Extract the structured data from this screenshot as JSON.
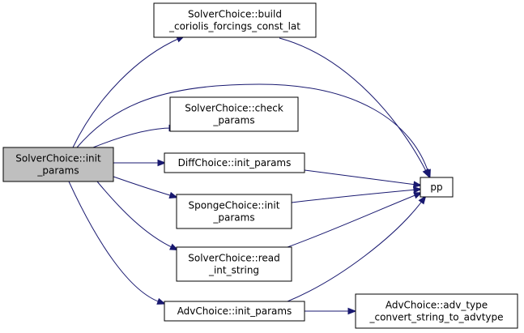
{
  "colors": {
    "edge": "#191970",
    "node_fill": "#ffffff",
    "root_fill": "#bfbfbf",
    "node_border": "#000000"
  },
  "nodes": {
    "root": {
      "lines": [
        "SolverChoice::init",
        "_params"
      ],
      "highlighted": true
    },
    "build_coriolis": {
      "lines": [
        "SolverChoice::build",
        "_coriolis_forcings_const_lat"
      ]
    },
    "check_params": {
      "lines": [
        "SolverChoice::check",
        "_params"
      ]
    },
    "diff_init": {
      "lines": [
        "DiffChoice::init_params"
      ]
    },
    "sponge_init": {
      "lines": [
        "SpongeChoice::init",
        "_params"
      ]
    },
    "read_int_string": {
      "lines": [
        "SolverChoice::read",
        "_int_string"
      ]
    },
    "adv_init": {
      "lines": [
        "AdvChoice::init_params"
      ]
    },
    "pp": {
      "lines": [
        "pp"
      ]
    },
    "adv_type_convert": {
      "lines": [
        "AdvChoice::adv_type",
        "_convert_string_to_advtype"
      ]
    }
  },
  "edges": [
    {
      "from": "root",
      "to": "build_coriolis"
    },
    {
      "from": "root",
      "to": "pp"
    },
    {
      "from": "root",
      "to": "check_params"
    },
    {
      "from": "root",
      "to": "diff_init"
    },
    {
      "from": "root",
      "to": "sponge_init"
    },
    {
      "from": "root",
      "to": "read_int_string"
    },
    {
      "from": "root",
      "to": "adv_init"
    },
    {
      "from": "build_coriolis",
      "to": "pp"
    },
    {
      "from": "diff_init",
      "to": "pp"
    },
    {
      "from": "sponge_init",
      "to": "pp"
    },
    {
      "from": "read_int_string",
      "to": "pp"
    },
    {
      "from": "adv_init",
      "to": "pp"
    },
    {
      "from": "adv_init",
      "to": "adv_type_convert"
    }
  ]
}
